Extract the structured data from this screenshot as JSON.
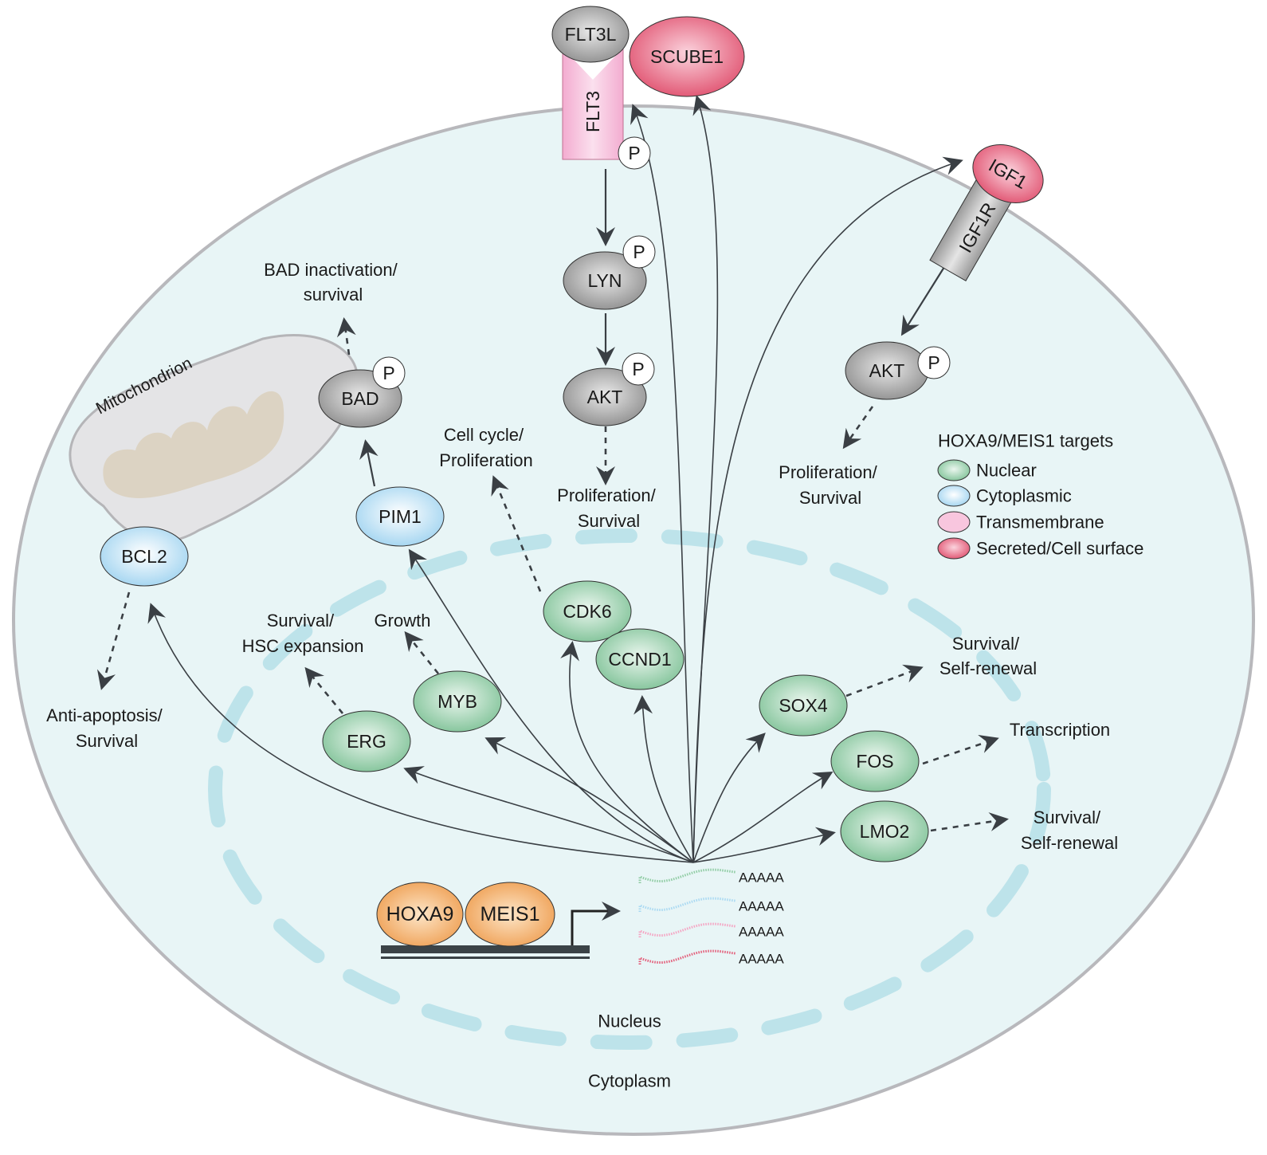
{
  "title": "HOXA9/MEIS1 target signaling network",
  "compartments": {
    "mitochondrion": "Mitochondrion",
    "nucleus": "Nucleus",
    "cytoplasm": "Cytoplasm"
  },
  "legend": {
    "title": "HOXA9/MEIS1 targets",
    "items": [
      {
        "label": "Nuclear",
        "color": "#8fcca3"
      },
      {
        "label": "Cytoplasmic",
        "color": "#a9d9f2"
      },
      {
        "label": "Transmembrane",
        "color": "#f5b3d2"
      },
      {
        "label": "Secreted/Cell surface",
        "color": "#e35c78"
      }
    ]
  },
  "nodes": {
    "flt3l": "FLT3L",
    "scube1": "SCUBE1",
    "flt3": "FLT3",
    "igf1": "IGF1",
    "igf1r": "IGF1R",
    "lyn": "LYN",
    "akt_left": "AKT",
    "akt_right": "AKT",
    "bad": "BAD",
    "pim1": "PIM1",
    "bcl2": "BCL2",
    "cdk6": "CDK6",
    "ccnd1": "CCND1",
    "myb": "MYB",
    "erg": "ERG",
    "sox4": "SOX4",
    "fos": "FOS",
    "lmo2": "LMO2",
    "hoxa9": "HOXA9",
    "meis1": "MEIS1",
    "phospho": "P"
  },
  "outcomes": {
    "bad_inactivation": [
      "BAD inactivation/",
      "survival"
    ],
    "anti_apoptosis": [
      "Anti-apoptosis/",
      "Survival"
    ],
    "cell_cycle": [
      "Cell cycle/",
      "Proliferation"
    ],
    "prolif_left": [
      "Proliferation/",
      "Survival"
    ],
    "prolif_right": [
      "Proliferation/",
      "Survival"
    ],
    "survival_hsc": [
      "Survival/",
      "HSC expansion"
    ],
    "growth": [
      "Growth"
    ],
    "sox4_out": [
      "Survival/",
      "Self-renewal"
    ],
    "transcription": [
      "Transcription"
    ],
    "lmo2_out": [
      "Survival/",
      "Self-renewal"
    ]
  },
  "transcripts": {
    "polyA": [
      "AAAAA",
      "AAAAA",
      "AAAAA",
      "AAAAA"
    ],
    "colors": [
      "#8fcca3",
      "#a9d9f2",
      "#f5a3c2",
      "#e35c78"
    ]
  },
  "colors": {
    "nuclear": "#8fcca3",
    "cytoplasmic": "#a9d9f2",
    "transmembrane": "#f5b3d2",
    "secreted": "#e35c78",
    "kinase_gray": "#9a9a9a",
    "hox_orange": "#f0a55a",
    "cell_fill": "#e8f5f6",
    "nucleus_dash": "#bde3ea"
  }
}
